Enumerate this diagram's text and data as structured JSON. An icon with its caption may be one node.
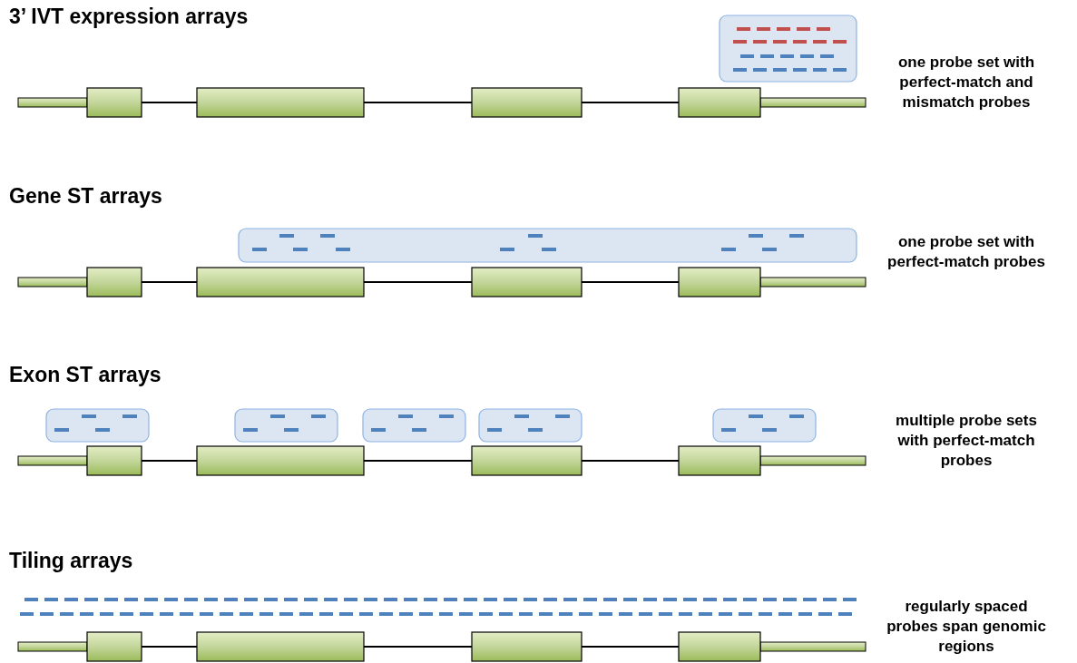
{
  "diagram": {
    "labels": [
      "3’ IVT expression arrays",
      "one probe set with perfect-match and mismatch probes",
      "Gene ST arrays",
      "one probe set with perfect-match probes",
      "Exon ST arrays",
      "multiple probe sets with perfect-match probes",
      "Tiling arrays",
      "regularly spaced probes span genomic regions"
    ]
  }
}
